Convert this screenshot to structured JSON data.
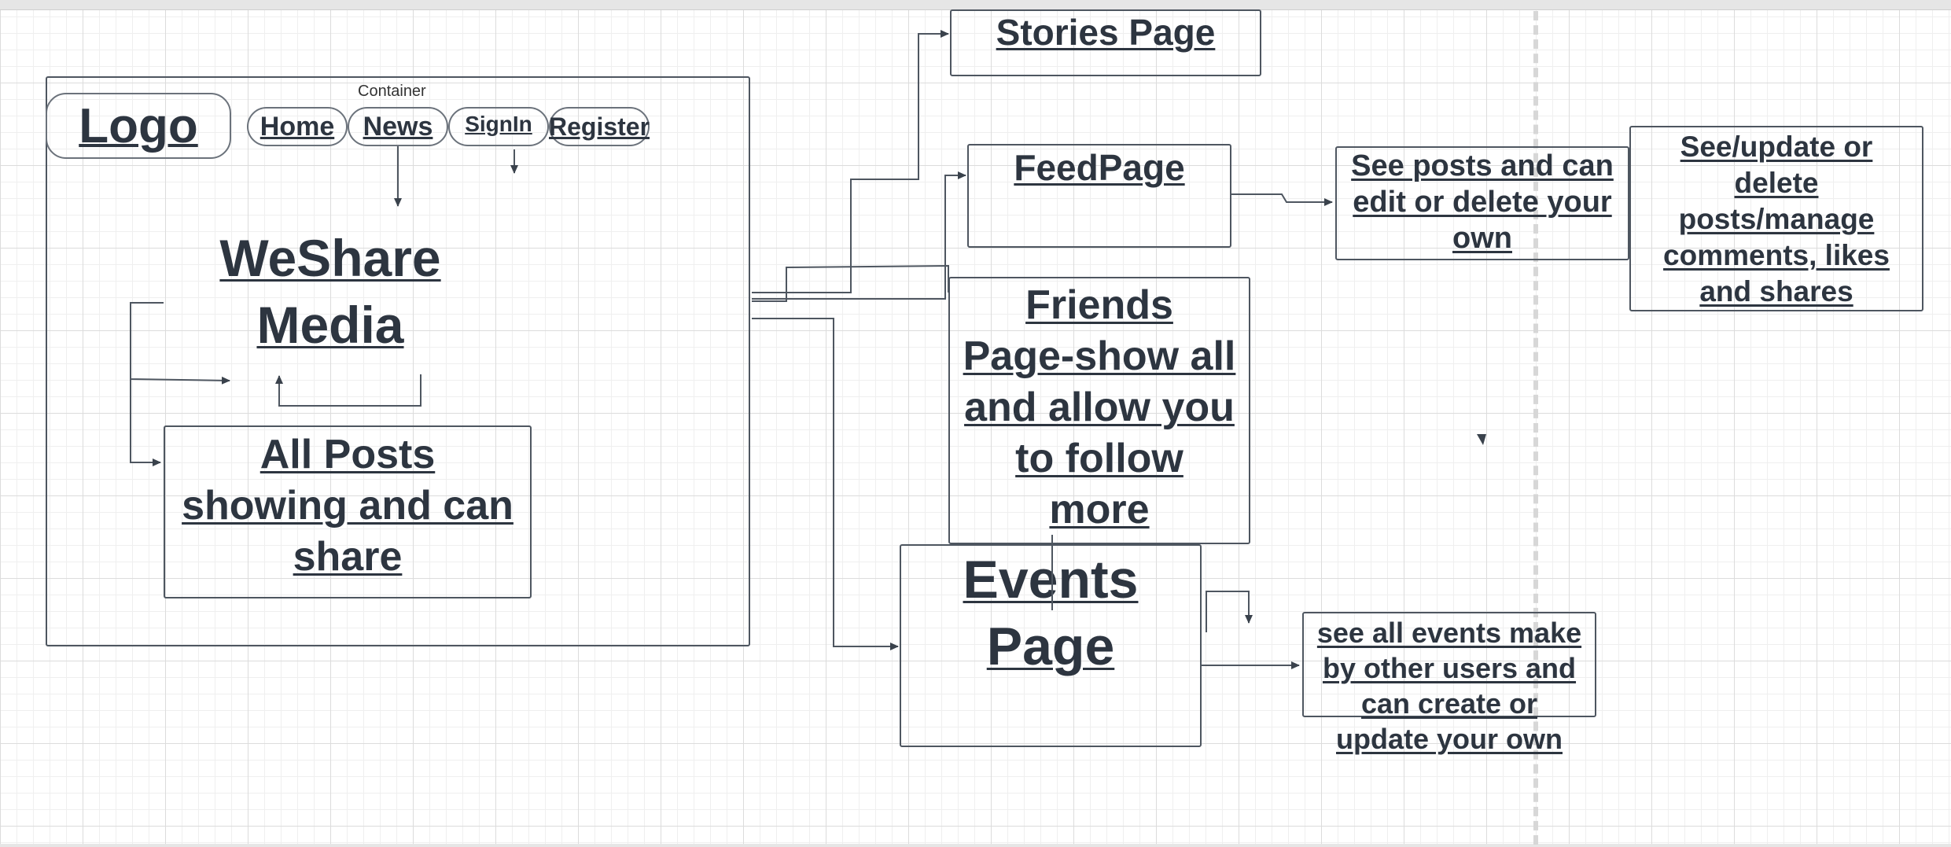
{
  "container": {
    "label": "Container"
  },
  "logo": {
    "label": "Logo"
  },
  "nav": {
    "home": "Home",
    "news": "News",
    "signin": "SignIn",
    "register": "Register"
  },
  "hero": {
    "line1": "WeShare",
    "line2": "Media"
  },
  "all_posts": {
    "line1": "All Posts",
    "line2": "showing and can",
    "line3": "share"
  },
  "stories": {
    "label": "Stories Page"
  },
  "feed": {
    "label": "FeedPage"
  },
  "feed_detail": {
    "line1": "See posts and can",
    "line2": "edit or delete your",
    "line3": "own"
  },
  "feed_manage": {
    "line1": "See/update or",
    "line2": "delete",
    "line3": "posts/manage",
    "line4": "comments, likes",
    "line5": "and shares"
  },
  "friends": {
    "line1": "Friends",
    "line2": "Page-show all",
    "line3": "and allow you",
    "line4": "to follow",
    "line5": "more"
  },
  "events": {
    "line1": "Events",
    "line2": "Page"
  },
  "events_detail": {
    "line1": "see all events make",
    "line2": "by other users and",
    "line3": "can create or",
    "line4": "update your own"
  }
}
